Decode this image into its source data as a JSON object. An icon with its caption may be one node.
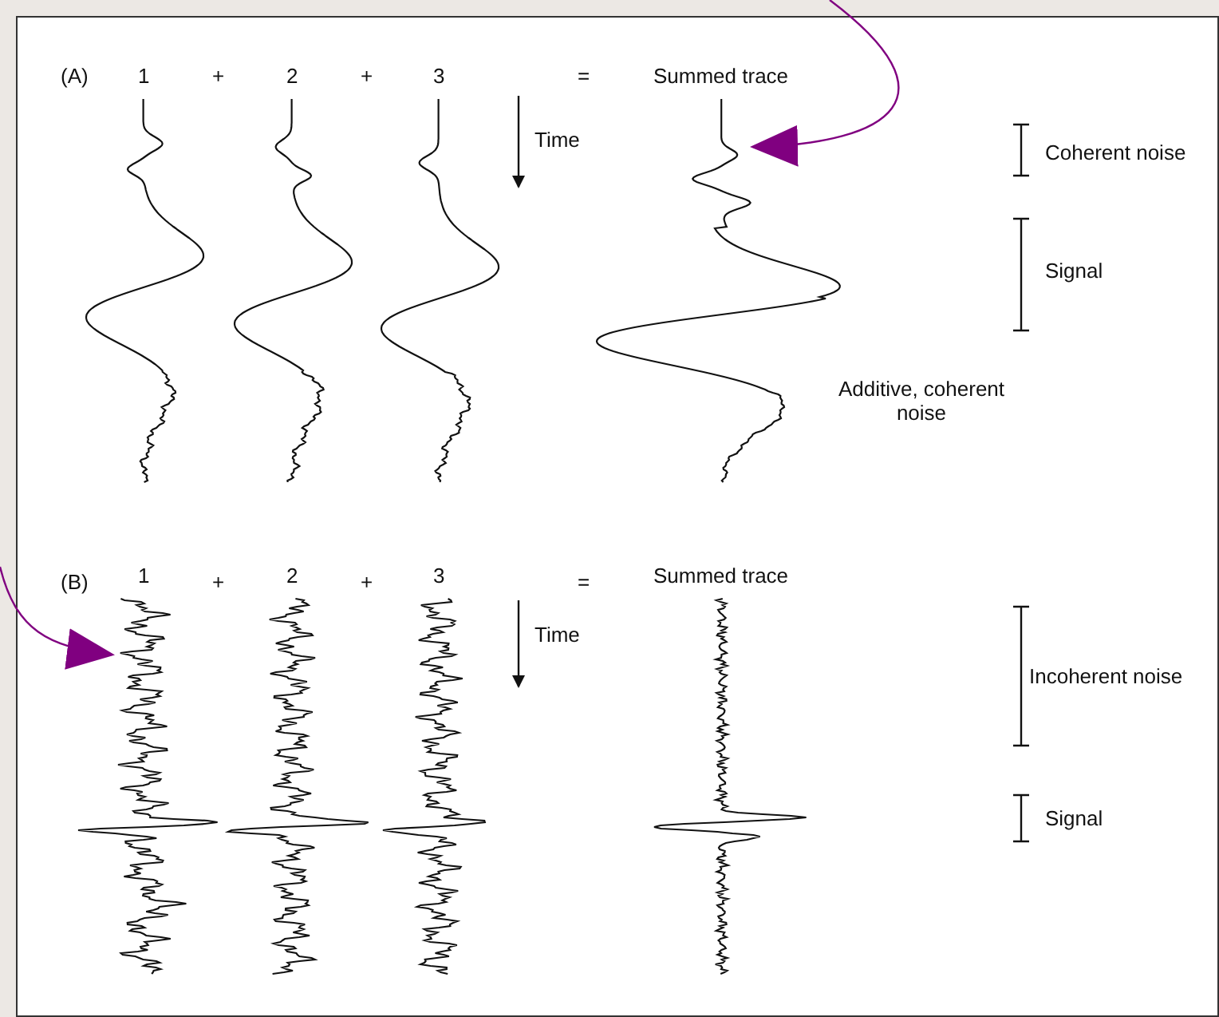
{
  "diagram": {
    "nodes": [
      {
        "text": [],
        "shape": "picture",
        "beside": [
          "1"
        ]
      },
      {
        "text": [],
        "shape": "picture",
        "beside": [
          "2"
        ]
      },
      {
        "text": [],
        "shape": "picture",
        "beside": [
          "3"
        ]
      },
      {
        "text": [],
        "shape": "picture",
        "beside": [
          "Summed trace"
        ]
      },
      {
        "text": [],
        "shape": "picture",
        "beside": [
          "1"
        ]
      },
      {
        "text": [],
        "shape": "picture",
        "beside": [
          "2"
        ]
      },
      {
        "text": [],
        "shape": "picture",
        "beside": [
          "3"
        ]
      },
      {
        "text": [],
        "shape": "picture",
        "beside": [
          "Summed trace"
        ]
      }
    ],
    "edges": [
      {
        "from": null,
        "to": 3,
        "arrow": "to",
        "color": "#800080"
      },
      {
        "from": null,
        "to": 4,
        "arrow": "to",
        "color": "#800080"
      }
    ],
    "labels": [
      "(A)",
      "+",
      "+",
      "=",
      "Time",
      "Coherent noise",
      "Signal",
      "Additive, coherent noise",
      "(B)",
      "+",
      "+",
      "=",
      "Time",
      "Incoherent noise",
      "Signal"
    ]
  }
}
